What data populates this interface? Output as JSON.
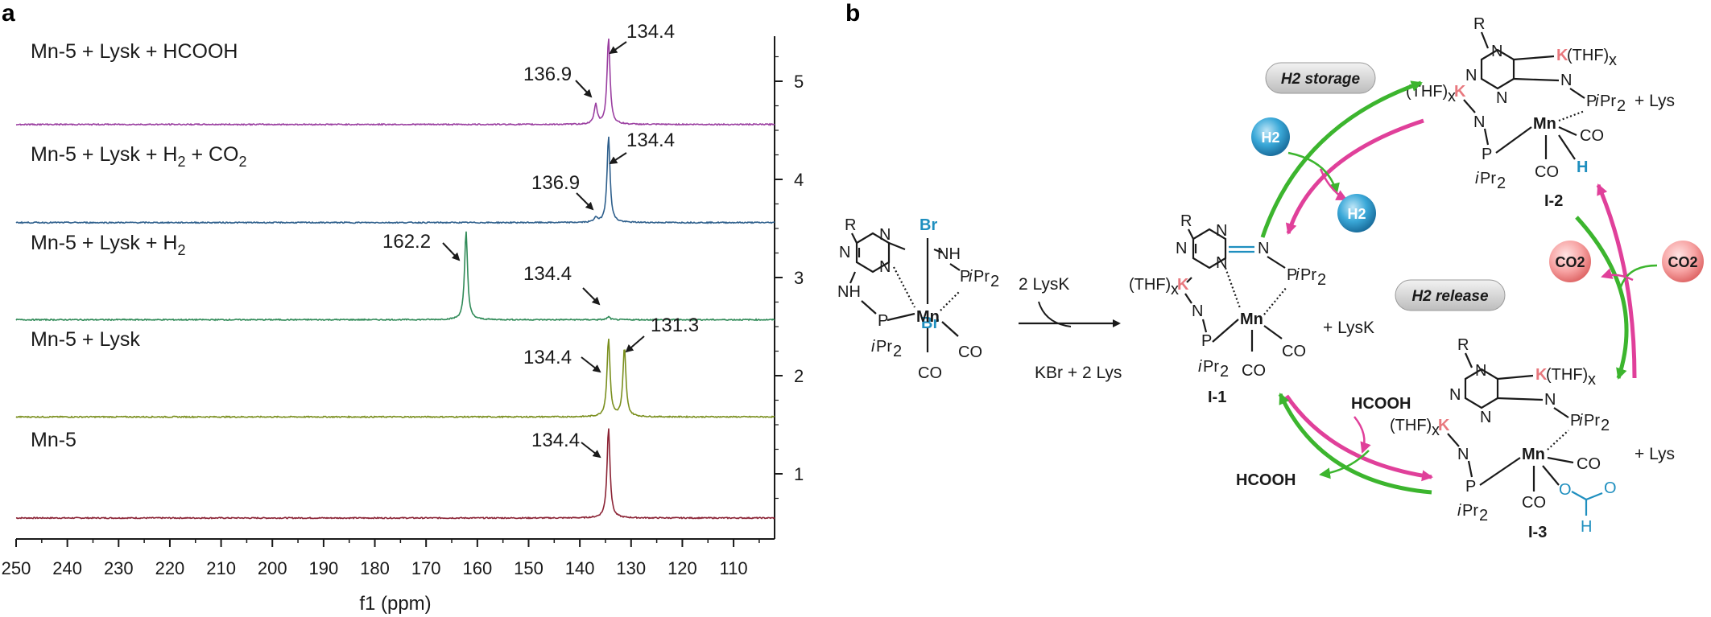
{
  "panels": {
    "a": "a",
    "b": "b"
  },
  "chart_data": {
    "type": "line",
    "xlabel": "f1 (ppm)",
    "xlim": [
      250,
      102
    ],
    "xticks": [
      250,
      240,
      230,
      220,
      210,
      200,
      190,
      180,
      170,
      160,
      150,
      140,
      130,
      120,
      110
    ],
    "ylim": [
      0.5,
      5.5
    ],
    "yticks": [
      1,
      2,
      3,
      4,
      5
    ],
    "grid": false,
    "series": [
      {
        "name": "Mn-5",
        "color": "#8b2335",
        "baseline": 0.55,
        "peaks": [
          {
            "ppm": 134.4,
            "height": 0.92,
            "label": "134.4"
          }
        ]
      },
      {
        "name": "Mn-5 + Lysk",
        "color": "#7a8f1e",
        "baseline": 1.58,
        "peaks": [
          {
            "ppm": 134.4,
            "height": 0.8,
            "label": "134.4"
          },
          {
            "ppm": 131.3,
            "height": 0.7,
            "label": "131.3"
          }
        ]
      },
      {
        "name": "Mn-5 + Lysk + H2",
        "color": "#2f8a57",
        "baseline": 2.57,
        "peaks": [
          {
            "ppm": 162.2,
            "height": 0.9,
            "label": "162.2"
          },
          {
            "ppm": 134.4,
            "height": 0.03,
            "label": "134.4"
          }
        ]
      },
      {
        "name": "Mn-5 + Lysk + H2 + CO2",
        "color": "#2e5f8c",
        "baseline": 3.56,
        "peaks": [
          {
            "ppm": 136.9,
            "height": 0.05,
            "label": "136.9"
          },
          {
            "ppm": 134.4,
            "height": 0.88,
            "label": "134.4"
          }
        ]
      },
      {
        "name": "Mn-5 + Lysk + HCOOH",
        "color": "#9a3ea0",
        "baseline": 4.56,
        "peaks": [
          {
            "ppm": 136.9,
            "height": 0.2,
            "label": "136.9"
          },
          {
            "ppm": 134.4,
            "height": 0.88,
            "label": "134.4"
          }
        ]
      }
    ],
    "series_labels": [
      {
        "main": "Mn-5",
        "sub1": "",
        "mid": "",
        "sub2": ""
      },
      {
        "main": "Mn-5 + Lysk",
        "sub1": "",
        "mid": "",
        "sub2": ""
      },
      {
        "main": "Mn-5 + Lysk + H",
        "sub1": "2",
        "mid": "",
        "sub2": ""
      },
      {
        "main": "Mn-5 + Lysk + H",
        "sub1": "2",
        "mid": " + CO",
        "sub2": "2"
      },
      {
        "main": "Mn-5 + Lysk + HCOOH",
        "sub1": "",
        "mid": "",
        "sub2": ""
      }
    ]
  },
  "scheme": {
    "pills": {
      "storage": "H2 storage",
      "release": "H2 release"
    },
    "reagent_top": "2 LysK",
    "byproduct": "KBr + 2 Lys",
    "plus_lysk": "+ LysK",
    "plus_lys_top": "+ Lys",
    "plus_lys_bottom": "+ Lys",
    "hcooh_in": "HCOOH",
    "hcooh_out": "HCOOH",
    "compound_labels": {
      "i1": "I-1",
      "i2": "I-2",
      "i3": "I-3"
    },
    "molecules": {
      "h2": "H2",
      "co2": "CO2"
    },
    "colors": {
      "green": "#3cb52e",
      "magenta": "#e0409a",
      "pink_k": "#e8787e",
      "blue": "#1f8fbf"
    }
  }
}
